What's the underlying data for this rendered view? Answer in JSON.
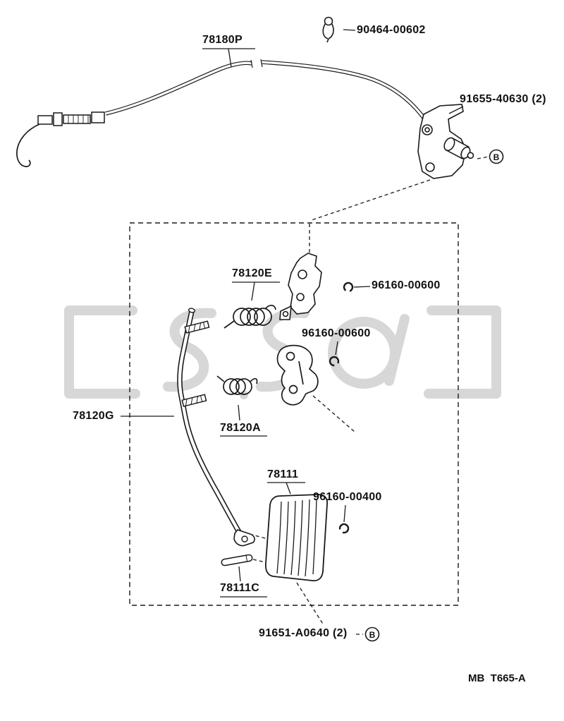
{
  "page": {
    "sheet_code": "MB  T665-A",
    "line_color": "#1a1a1a",
    "watermark_color": "#d7d7d7"
  },
  "parts": {
    "cable": {
      "label": "78180P"
    },
    "cable_clamp": {
      "label": "90464-00602"
    },
    "bracket_bolt": {
      "label": "91655-40630 (2)",
      "marker": "B"
    },
    "tension_spring": {
      "label": "78120E"
    },
    "clip_upper": {
      "label": "96160-00600"
    },
    "clip_lower": {
      "label": "96160-00600"
    },
    "pedal_link": {
      "label": "78120G"
    },
    "link_spring": {
      "label": "78120A"
    },
    "pedal_pad": {
      "label": "78111"
    },
    "pad_clip": {
      "label": "96160-00400"
    },
    "pedal_pin": {
      "label": "78111C"
    },
    "pad_bolt": {
      "label": "91651-A0640 (2)",
      "marker": "B"
    }
  }
}
